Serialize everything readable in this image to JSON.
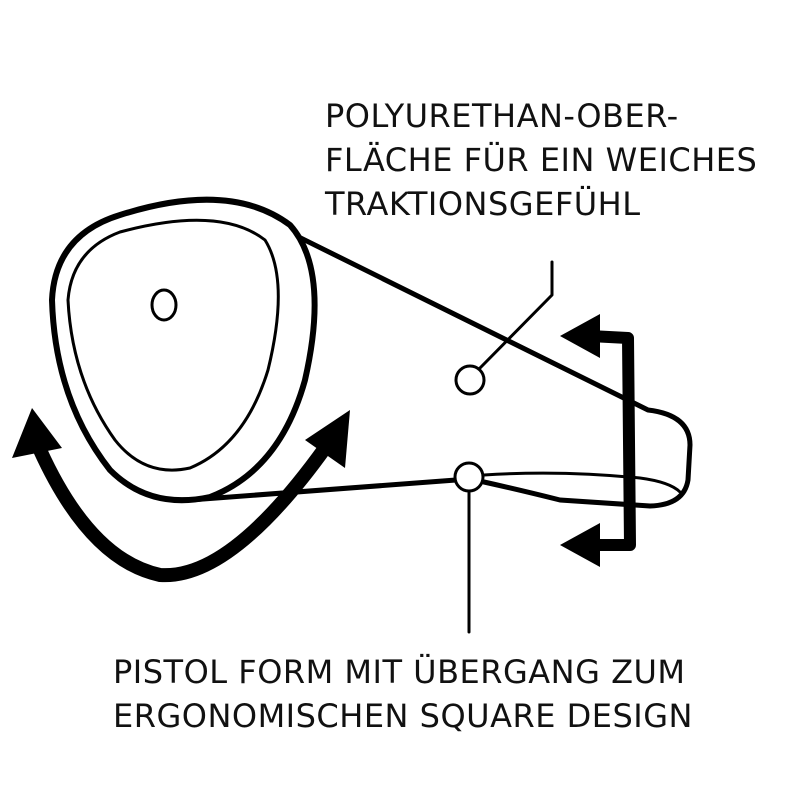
{
  "labels": {
    "surface": [
      "POLYURETHAN-OBER-",
      "FLÄCHE FÜR EIN WEICHES",
      "TRAKTIONSGEFÜHL"
    ],
    "shape": [
      "PISTOL FORM MIT ÜBERGANG ZUM",
      "ERGONOMISCHEN SQUARE DESIGN"
    ]
  },
  "colors": {
    "stroke": "#000000",
    "text": "#111111",
    "background": "#ffffff"
  }
}
